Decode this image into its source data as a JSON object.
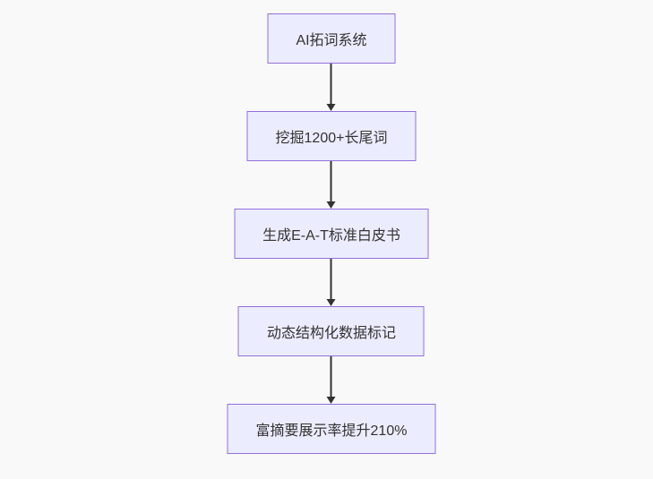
{
  "diagram": {
    "type": "flowchart",
    "direction": "top-down",
    "nodes": [
      {
        "id": "step-1",
        "label": "AI拓词系统"
      },
      {
        "id": "step-2",
        "label": "挖掘1200+长尾词"
      },
      {
        "id": "step-3",
        "label": "生成E-A-T标准白皮书"
      },
      {
        "id": "step-4",
        "label": "动态结构化数据标记"
      },
      {
        "id": "step-5",
        "label": "富摘要展示率提升210%"
      }
    ],
    "edges": [
      {
        "from": "step-1",
        "to": "step-2"
      },
      {
        "from": "step-2",
        "to": "step-3"
      },
      {
        "from": "step-3",
        "to": "step-4"
      },
      {
        "from": "step-4",
        "to": "step-5"
      }
    ],
    "colors": {
      "background": "#f9f9f9",
      "node_fill": "#ECECFF",
      "node_border": "#9370DB",
      "text": "#333333",
      "arrow": "#333333"
    }
  }
}
